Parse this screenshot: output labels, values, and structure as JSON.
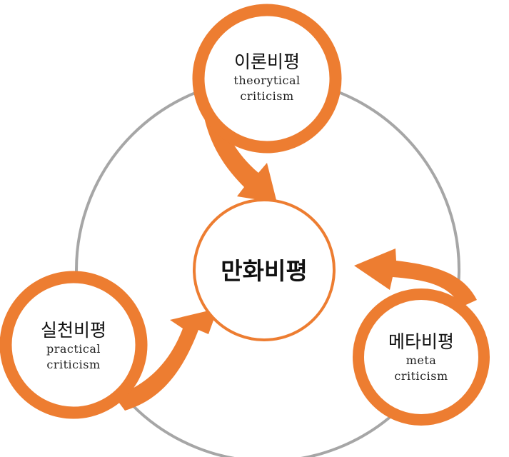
{
  "colors": {
    "orange": "#ED7D31",
    "ring_gray": "#A6A6A6",
    "center_stroke": "#ED7D31",
    "text": "#111111"
  },
  "center": {
    "ko": "만화비평"
  },
  "nodes": {
    "theory": {
      "ko": "이론비평",
      "en_line1": "theorytical",
      "en_line2": "criticism"
    },
    "practical": {
      "ko": "실천비평",
      "en_line1": "practical",
      "en_line2": "criticism"
    },
    "meta": {
      "ko": "메타비평",
      "en_line1": "meta",
      "en_line2": "criticism"
    }
  }
}
